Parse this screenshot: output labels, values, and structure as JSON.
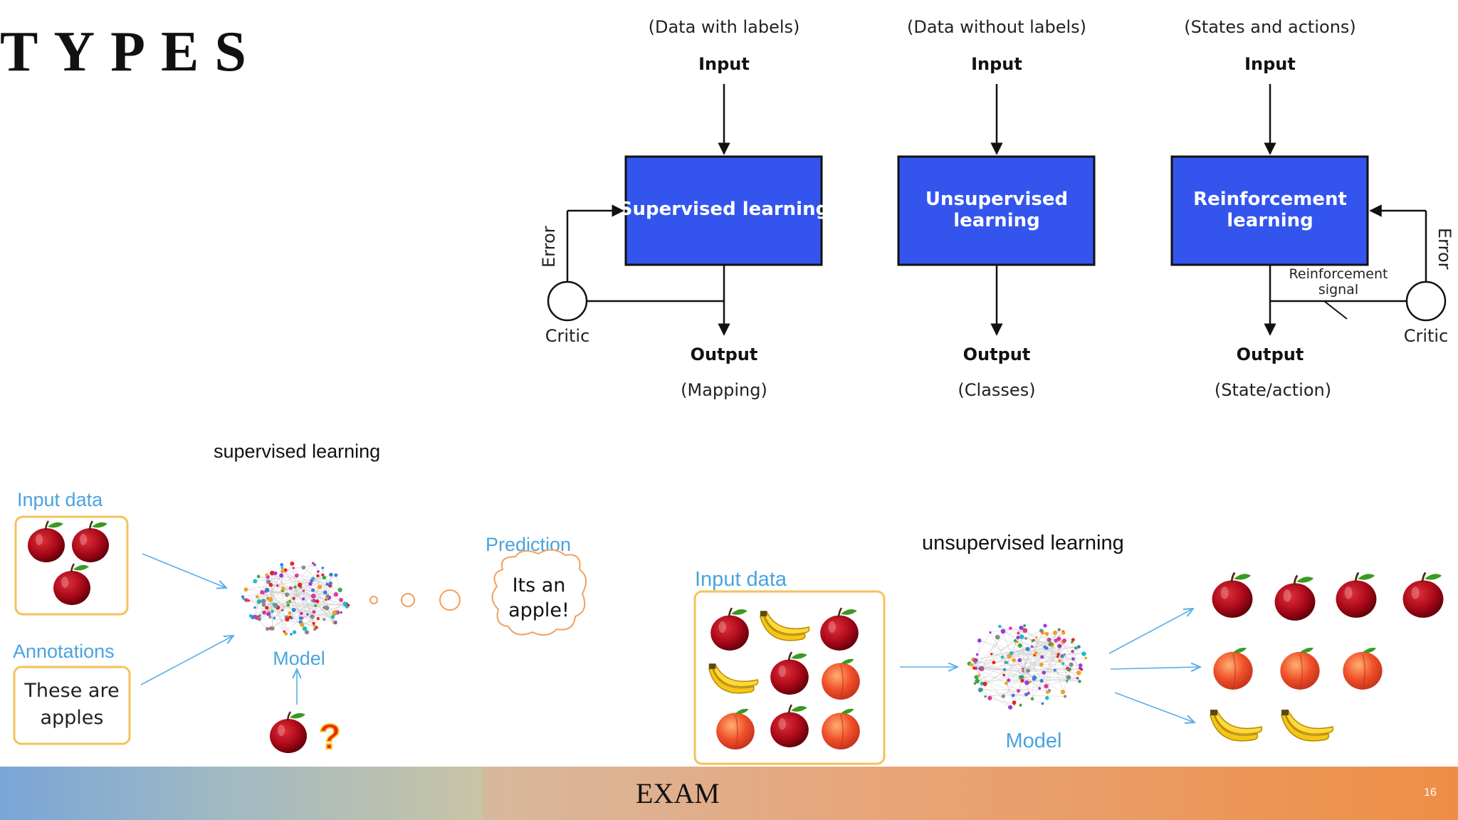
{
  "slide": {
    "title": "TYPES",
    "footer_label": "EXAM",
    "page_number": "16"
  },
  "types_diagram": {
    "supervised": {
      "caption": "(Data with labels)",
      "input": "Input",
      "box": [
        "Supervised learning"
      ],
      "output": "Output",
      "result": "(Mapping)",
      "error": "Error",
      "critic": "Critic"
    },
    "unsupervised": {
      "caption": "(Data without labels)",
      "input": "Input",
      "box": [
        "Unsupervised",
        "learning"
      ],
      "output": "Output",
      "result": "(Classes)"
    },
    "reinforcement": {
      "caption": "(States and actions)",
      "input": "Input",
      "box": [
        "Reinforcement",
        "learning"
      ],
      "output": "Output",
      "result": "(State/action)",
      "error": "Error",
      "critic": "Critic",
      "signal": [
        "Reinforcement",
        "signal"
      ]
    }
  },
  "supervised_panel": {
    "heading": "supervised learning",
    "input_label": "Input data",
    "annotations_label": "Annotations",
    "annotation_text": [
      "These are",
      "apples"
    ],
    "model_label": "Model",
    "prediction_label": "Prediction",
    "prediction_text": [
      "Its an",
      "apple!"
    ],
    "question_mark": "?"
  },
  "unsupervised_panel": {
    "heading": "unsupervised learning",
    "input_label": "Input data",
    "model_label": "Model"
  },
  "colors": {
    "box_blue": "#3355ee",
    "label_blue": "#4aa3df",
    "orange_frame": "#f3c25a",
    "apple_red": "#b01020",
    "peach": "#f0603a",
    "banana": "#f5c518"
  }
}
